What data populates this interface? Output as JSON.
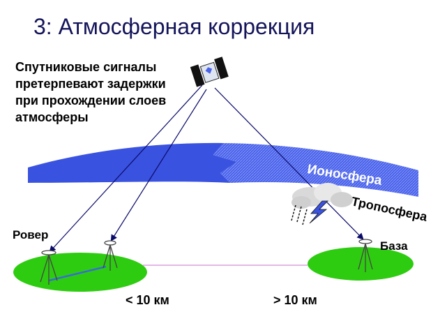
{
  "title": "3: Атмосферная коррекция",
  "description": [
    "Спутниковые сигналы",
    "претерпевают задержки",
    "при прохождении слоев",
    "атмосферы"
  ],
  "labels": {
    "ionosphere": "Ионосфера",
    "troposphere": "Тропосфера",
    "rover": "Ровер",
    "base": "База",
    "distance_short": "< 10 км",
    "distance_long": "> 10 км"
  },
  "colors": {
    "title": "#14145a",
    "ionosphere_band": "#3a52e0",
    "ground": "#2ecc10",
    "signal_line": "#0a0a6a",
    "baseline": "#3a6ad8",
    "long_baseline": "#d8a0e0"
  },
  "icons": [
    "satellite-icon",
    "storm-cloud-icon",
    "lightning-icon",
    "rain-icon",
    "tripod-antenna-icon"
  ]
}
